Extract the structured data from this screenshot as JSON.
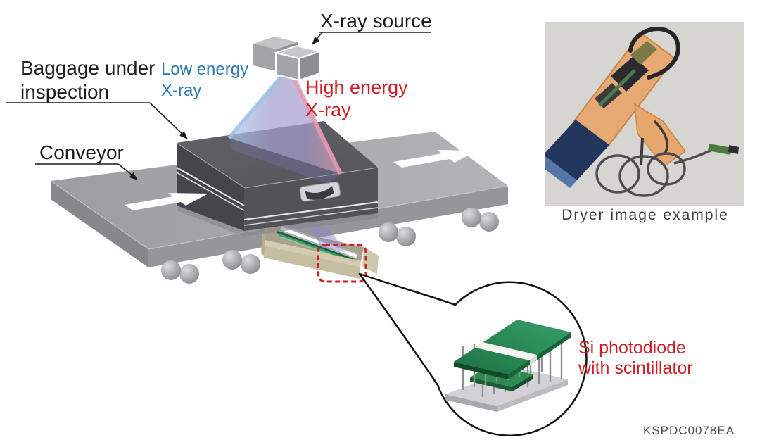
{
  "labels": {
    "baggage": {
      "line1": "Baggage under",
      "line2": "inspection"
    },
    "low_energy": {
      "line1": "Low energy",
      "line2": "X-ray"
    },
    "high_energy": {
      "line1": "High energy",
      "line2": "X-ray"
    },
    "xray_source": {
      "text": "X-ray source"
    },
    "conveyor": {
      "text": "Conveyor"
    },
    "photodiode": {
      "line1": "Si photodiode",
      "line2": "with scintillator"
    },
    "photo_caption": {
      "text": "Dryer image example"
    },
    "doc_code": {
      "text": "KSPDC0078EA"
    }
  },
  "colors": {
    "label_text": "#1c1c1c",
    "low_energy_text": "#2d7ab5",
    "high_energy_text": "#cc2027",
    "photodiode_text": "#cc2027",
    "photo_caption_text": "#3b3b3b",
    "doc_code_text": "#4c4c4c",
    "highlight_dashed_box": "#c92127",
    "beam_blue_edge": "#9cc4e4",
    "beam_red_edge": "#e49cb0",
    "beam_fill_purple": "#a29bcd",
    "conveyor_gray": "#a7a7ab",
    "suitcase_gray": "#55555b",
    "detector_beige": "#c6bea2",
    "pcb_green": "#2f9158",
    "photo_background": "#d7d5d1"
  }
}
